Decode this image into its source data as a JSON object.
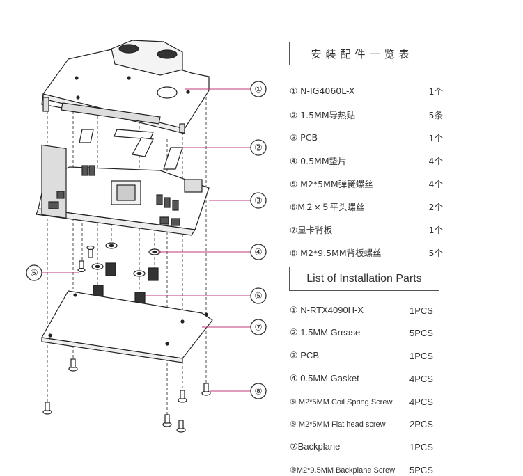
{
  "callout_labels": [
    "①",
    "②",
    "③",
    "④",
    "⑤",
    "⑥",
    "⑦",
    "⑧"
  ],
  "cn_table": {
    "title": "安装配件一览表",
    "rows": [
      {
        "name": "① N-IG4060L-X",
        "qty": "1个"
      },
      {
        "name": "② 1.5MM导热贴",
        "qty": "5条"
      },
      {
        "name": "③ PCB",
        "qty": "1个"
      },
      {
        "name": "④ 0.5MM垫片",
        "qty": "4个"
      },
      {
        "name": "⑤ M2*5MM弹簧螺丝",
        "qty": "4个"
      },
      {
        "name": "⑥M２×５平头螺丝",
        "qty": "2个"
      },
      {
        "name": "⑦显卡背板",
        "qty": "1个"
      },
      {
        "name": "⑧ M2*9.5MM背板螺丝",
        "qty": "5个"
      }
    ]
  },
  "en_table": {
    "title": "List of Installation Parts",
    "rows": [
      {
        "name": "① N-RTX4090H-X",
        "qty": "1PCS"
      },
      {
        "name": "② 1.5MM Grease",
        "qty": "5PCS"
      },
      {
        "name": "③ PCB",
        "qty": "1PCS"
      },
      {
        "name": "④ 0.5MM Gasket",
        "qty": "4PCS"
      },
      {
        "name": "⑤ M2*5MM Coil Spring Screw",
        "qty": "4PCS"
      },
      {
        "name": "⑥ M2*5MM Flat head screw",
        "qty": "2PCS"
      },
      {
        "name": "⑦Backplane",
        "qty": "1PCS"
      },
      {
        "name": "⑧M2*9.5MM Backplane Screw",
        "qty": "5PCS"
      }
    ]
  },
  "colors": {
    "callout_line": "#c0387a",
    "drawing": "#222222",
    "text": "#333333"
  }
}
